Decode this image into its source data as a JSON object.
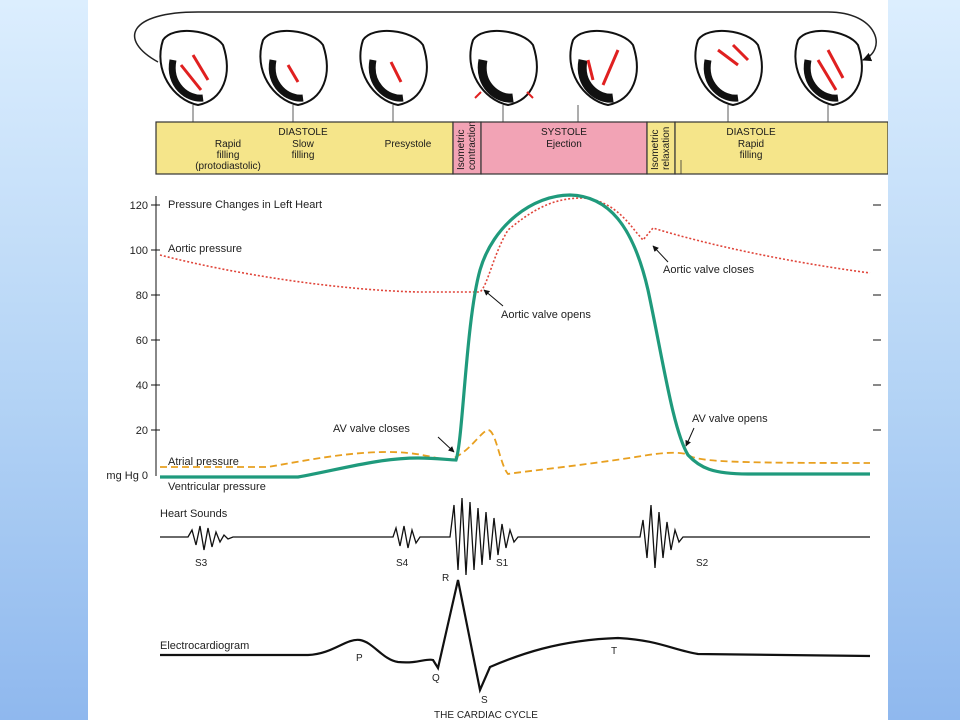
{
  "phases": {
    "diastole_left_title": "DIASTOLE",
    "rapid_filling": [
      "Rapid",
      "filling",
      "(protodiastolic)"
    ],
    "slow_filling": [
      "Slow",
      "filling"
    ],
    "presystole": "Presystole",
    "isometric_contraction": [
      "Isometric",
      "contraction"
    ],
    "systole_title": "SYSTOLE",
    "ejection": "Ejection",
    "isometric_relaxation": [
      "Isometric",
      "relaxation"
    ],
    "diastole_right_title": "DIASTOLE",
    "rapid_filling_right": [
      "Rapid",
      "filling"
    ]
  },
  "pressure_chart": {
    "title": "Pressure Changes in Left Heart",
    "unit_label": "mg Hg 0",
    "y_ticks": [
      "120",
      "100",
      "80",
      "60",
      "40",
      "20"
    ],
    "labels": {
      "aortic_pressure": "Aortic pressure",
      "atrial_pressure": "Atrial pressure",
      "ventricular_pressure": "Ventricular pressure",
      "aortic_valve_closes": "Aortic valve closes",
      "aortic_valve_opens": "Aortic valve opens",
      "av_valve_closes": "AV valve closes",
      "av_valve_opens": "AV valve opens"
    },
    "colors": {
      "ventricular": "#1f9a7c",
      "aortic": "#e0453a",
      "atrial": "#e8a020"
    }
  },
  "heart_sounds": {
    "title": "Heart Sounds",
    "labels": [
      "S3",
      "S4",
      "S1",
      "S2"
    ]
  },
  "ecg": {
    "title": "Electrocardiogram",
    "waves": [
      "P",
      "Q",
      "R",
      "S",
      "T"
    ]
  },
  "caption": "THE CARDIAC CYCLE"
}
